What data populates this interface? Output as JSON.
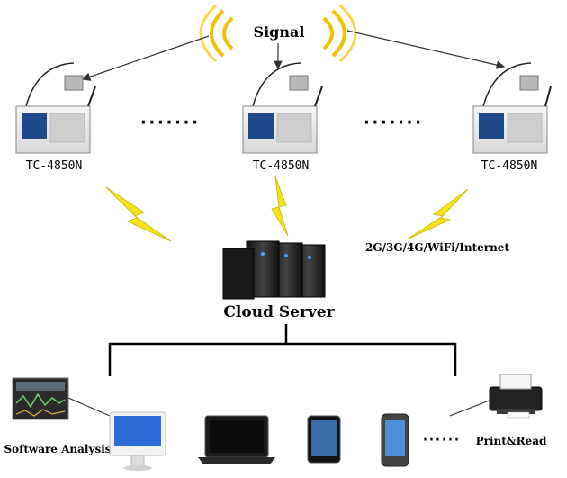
{
  "signal": {
    "label": "Signal"
  },
  "devices": [
    {
      "model": "TC-4850N"
    },
    {
      "model": "TC-4850N"
    },
    {
      "model": "TC-4850N"
    }
  ],
  "separators": {
    "dots_left": "·······",
    "dots_right": "·······",
    "dots_bottom": "······"
  },
  "network": {
    "label": "2G/3G/4G/WiFi/Internet"
  },
  "server": {
    "label": "Cloud Server"
  },
  "clients": {
    "software_label": "Software Analysis",
    "print_label": "Print&Read"
  },
  "colors": {
    "signal_wave": "#f2c200",
    "lightning": "#f5e31a",
    "device_body": "#eeeeee",
    "device_screen": "#1e4a8c",
    "server_dark": "#2b2b2b"
  }
}
